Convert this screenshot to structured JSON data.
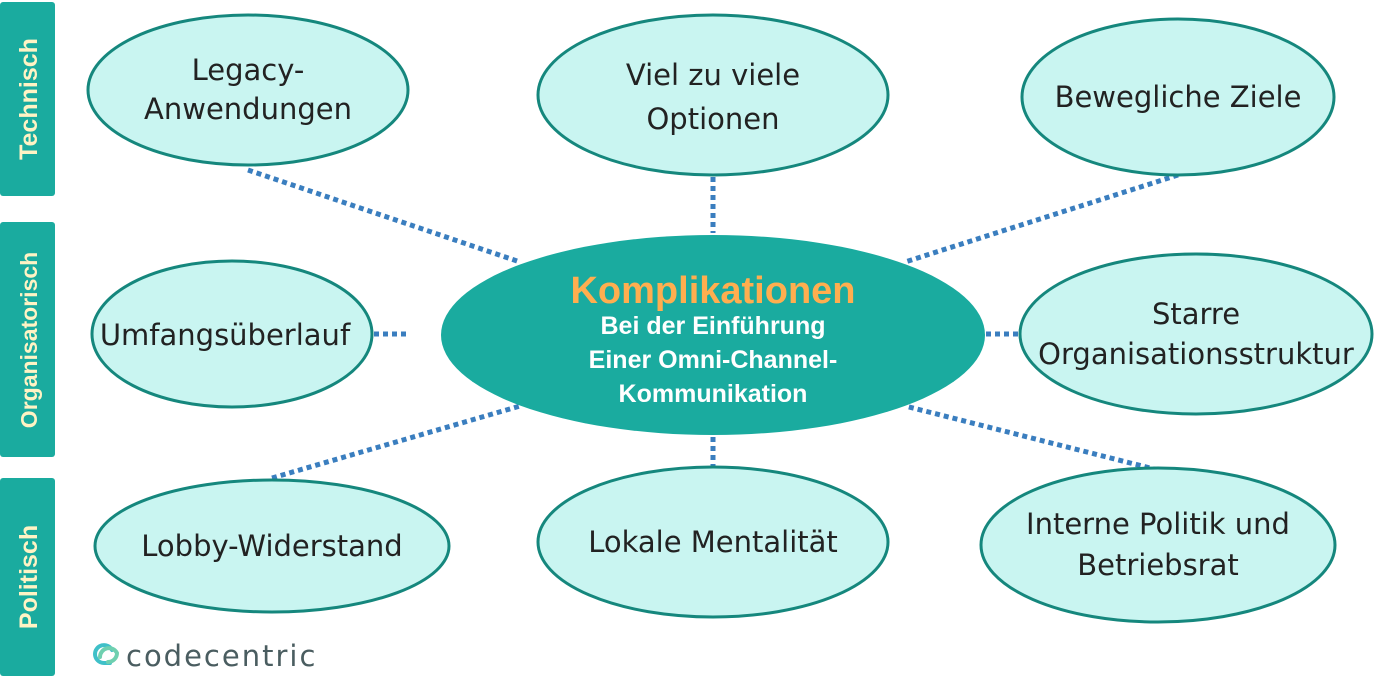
{
  "categories": [
    "Technisch",
    "Organisatorisch",
    "Politisch"
  ],
  "center": {
    "title": "Komplikationen",
    "lines": [
      "Bei der Einführung",
      "Einer Omni-Channel-",
      "Kommunikation"
    ]
  },
  "nodes": {
    "legacy": [
      "Legacy-",
      "Anwendungen"
    ],
    "optionen": [
      "Viel zu viele",
      "Optionen"
    ],
    "ziele": [
      "Bewegliche Ziele"
    ],
    "umfang": [
      "Umfangsüberlauf"
    ],
    "starre": [
      "Starre",
      "Organisationsstruktur"
    ],
    "lobby": [
      "Lobby-Widerstand"
    ],
    "lokale": [
      "Lokale Mentalität"
    ],
    "interne": [
      "Interne Politik und",
      "Betriebsrat"
    ]
  },
  "logo": "codecentric",
  "colors": {
    "accent": "#1aab9f",
    "bubble": "#c9f5f1",
    "title": "#ffae4f",
    "link": "#3a7ebf"
  }
}
